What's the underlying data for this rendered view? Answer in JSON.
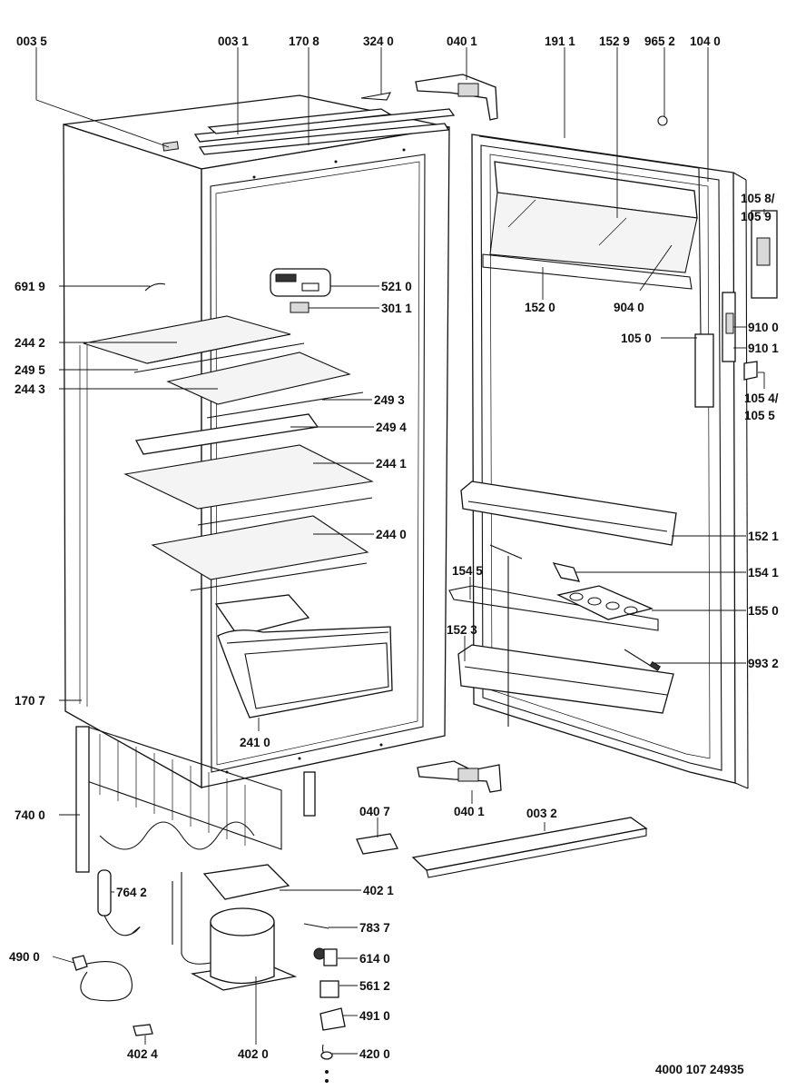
{
  "labels": {
    "l0035": "003 5",
    "l0031": "003 1",
    "l1708": "170 8",
    "l3240": "324 0",
    "l0401_top": "040 1",
    "l1911": "191 1",
    "l1529": "152 9",
    "l9652": "965 2",
    "l1040": "104 0",
    "l1058": "105 8/",
    "l1059": "105 9",
    "l6919": "691 9",
    "l5210": "521 0",
    "l3011": "301 1",
    "l1520": "152 0",
    "l9040": "904 0",
    "l9100": "910 0",
    "l1050": "105 0",
    "l9101": "910 1",
    "l2442": "244 2",
    "l2495": "249 5",
    "l2443": "244 3",
    "l2493": "249 3",
    "l1054": "105 4/",
    "l1055": "105 5",
    "l2494": "249 4",
    "l2441": "244 1",
    "l2440": "244 0",
    "l1521": "152 1",
    "l1545": "154 5",
    "l1541": "154 1",
    "l1550": "155 0",
    "l1523": "152 3",
    "l9932": "993 2",
    "l1707": "170 7",
    "l2410": "241 0",
    "l7400": "740 0",
    "l0407": "040 7",
    "l0401_bot": "040 1",
    "l0032": "003 2",
    "l4021": "402 1",
    "l7642": "764 2",
    "l7837": "783 7",
    "l4900": "490 0",
    "l6140": "614 0",
    "l5612": "561 2",
    "l4910": "491 0",
    "l4024": "402 4",
    "l4020": "402 0",
    "l4200": "420 0"
  },
  "document_number": "4000 107 24935"
}
